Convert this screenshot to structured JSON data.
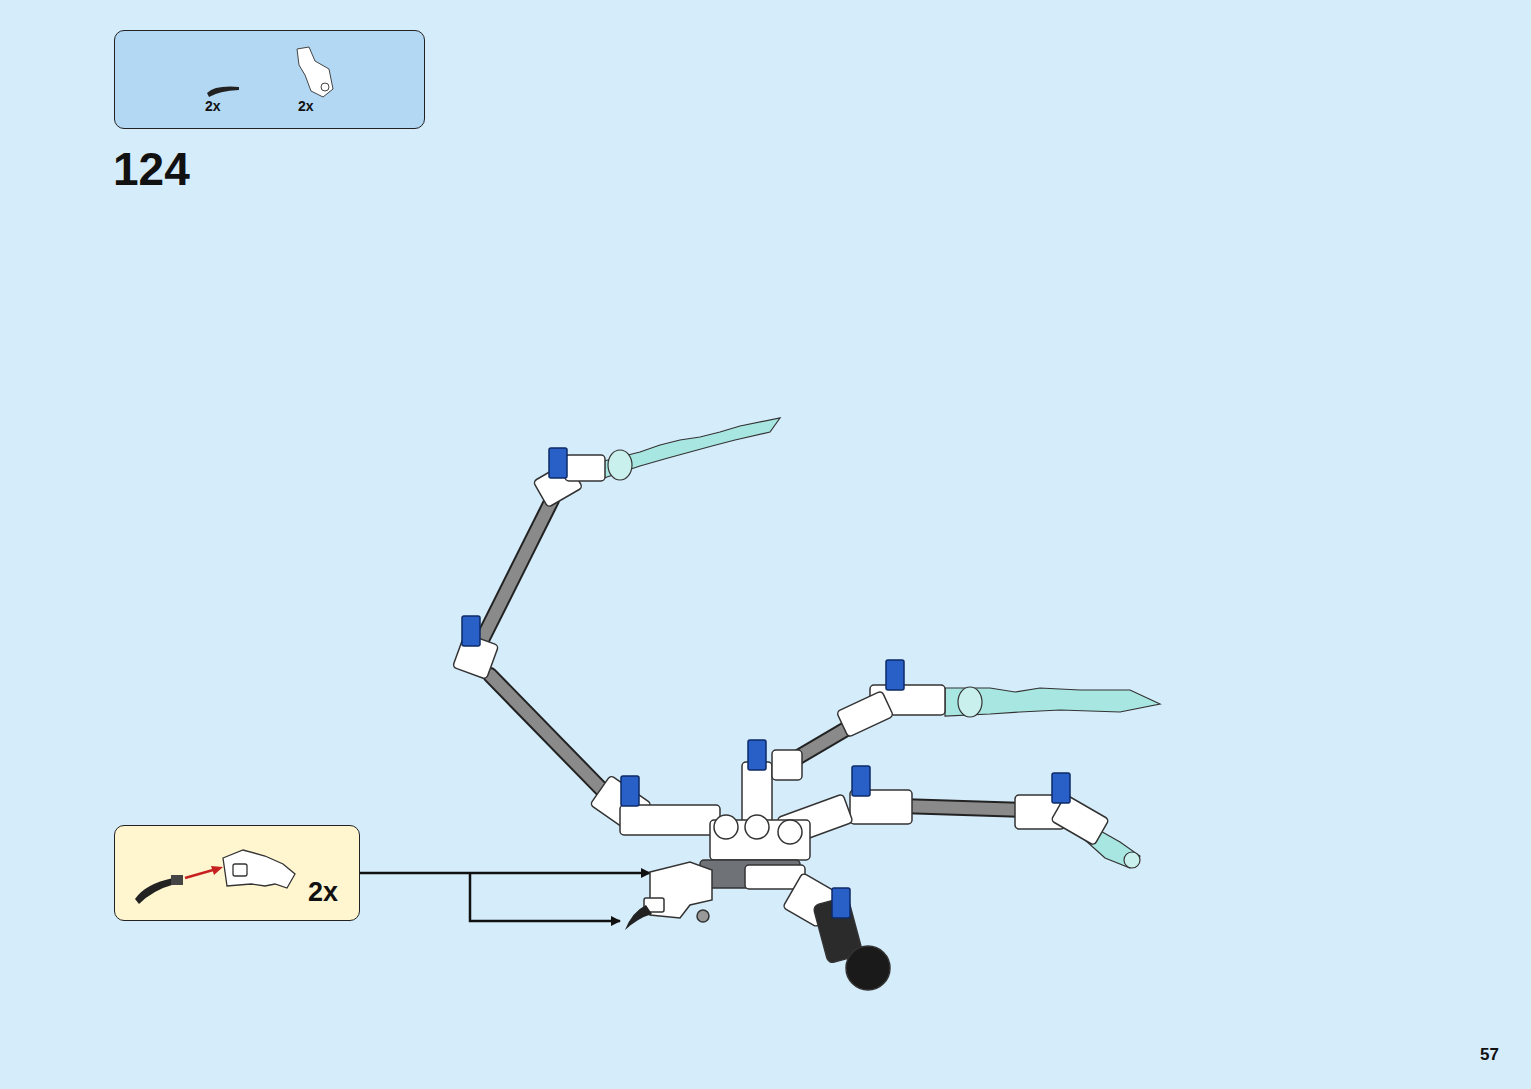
{
  "diagram": {
    "nodes": [
      {
        "text": [
          "2x",
          "2x"
        ]
      },
      {
        "text": [
          "2x"
        ]
      }
    ],
    "labels": [
      "124",
      "57"
    ]
  }
}
